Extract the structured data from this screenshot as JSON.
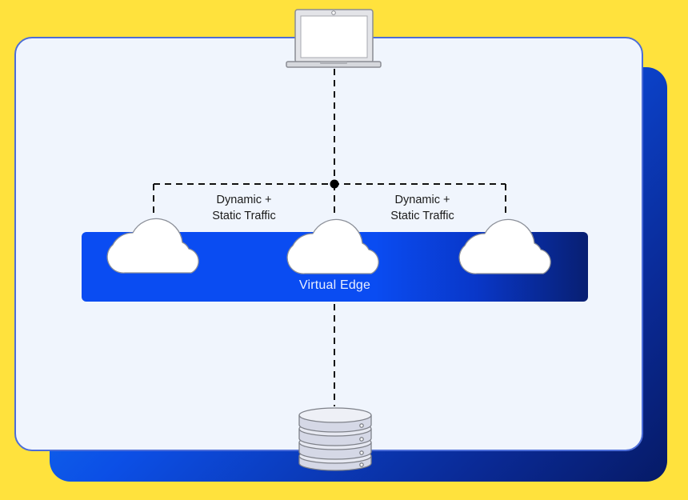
{
  "diagram": {
    "traffic_label_left": "Dynamic +\nStatic Traffic",
    "traffic_label_right": "Dynamic +\nStatic Traffic",
    "edge_label": "Virtual Edge"
  },
  "icons": {
    "client": "laptop-icon",
    "origin": "server-database-icon",
    "edge_nodes": [
      "cloud-icon",
      "cloud-icon",
      "cloud-icon"
    ]
  },
  "colors": {
    "background": "#FFE23D",
    "card": "#F0F5FD",
    "card_border": "#4C6DD8",
    "edge_blue": "#0A4CF2",
    "edge_dark": "#081F72",
    "connector": "#111111"
  }
}
